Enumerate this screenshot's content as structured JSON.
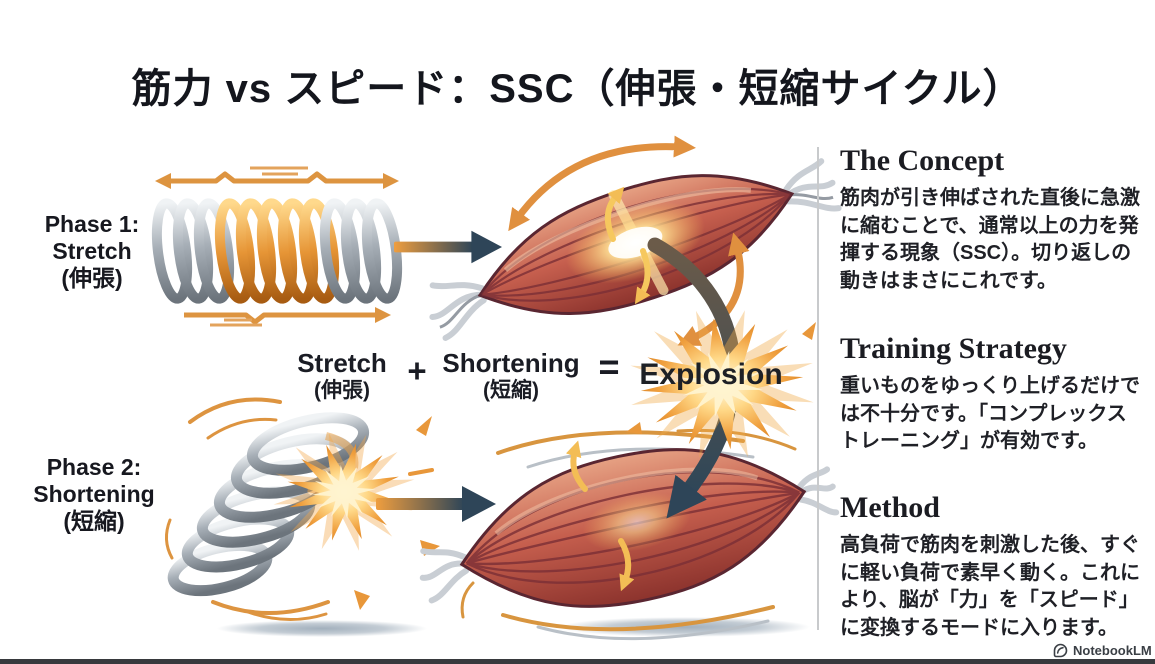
{
  "title": "筋力 vs スピード：SSC（伸張・短縮サイクル）",
  "diagram": {
    "phase1": {
      "line1": "Phase 1:",
      "line2": "Stretch",
      "line3": "(伸張)"
    },
    "phase2": {
      "line1": "Phase 2:",
      "line2": "Shortening",
      "line3": "(短縮)"
    },
    "equation": {
      "term1": "Stretch",
      "term1_jp": "(伸張)",
      "plus": "+",
      "term2": "Shortening",
      "term2_jp": "(短縮)",
      "equals": "=",
      "result": "Explosion"
    }
  },
  "sidebar": {
    "sections": [
      {
        "heading": "The Concept",
        "body": "筋肉が引き伸ばされた直後に急激に縮むことで、通常以上の力を発揮する現象（SSC）。切り返しの動きはまさにこれです。"
      },
      {
        "heading": "Training Strategy",
        "body": "重いものをゆっくり上げるだけでは不十分です。「コンプレックストレーニング」が有効です。"
      },
      {
        "heading": "Method",
        "body": "高負荷で筋肉を刺激した後、すぐに軽い負荷で素早く動く。これにより、脳が「力」を「スピード」に変換するモードに入ります。"
      }
    ]
  },
  "watermark": {
    "label": "NotebookLM"
  },
  "colors": {
    "accent_orange": "#E0903F",
    "navy_arrow": "#2E4558",
    "muscle_red": "#C65F4E",
    "spring_silver": "#A7AFB7",
    "text_dark": "#17181F",
    "divider_gray": "#C8CACC"
  }
}
